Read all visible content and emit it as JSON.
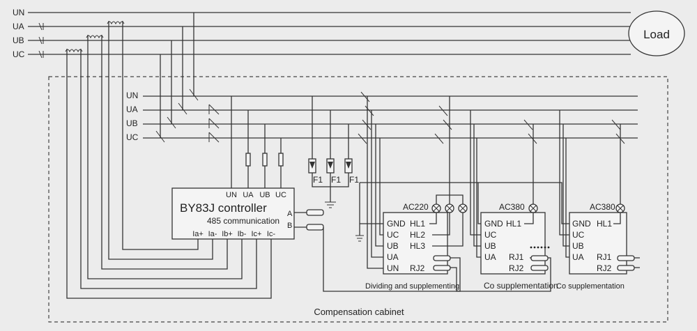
{
  "bus_lines": [
    "UN",
    "UA",
    "UB",
    "UC"
  ],
  "load_label": "Load",
  "cabinet_label": "Compensation cabinet",
  "inner_bus_lines": [
    "UN",
    "UA",
    "UB",
    "UC"
  ],
  "controller": {
    "title": "BY83J controller",
    "comm": "485 communication",
    "top_terminals": [
      "UN",
      "UA",
      "UB",
      "UC"
    ],
    "bottom_terminals": [
      "Ia+",
      "Ia-",
      "Ib+",
      "Ib-",
      "Ic+",
      "Ic-"
    ],
    "port_a": "A",
    "port_b": "B"
  },
  "fuse_label": "F1",
  "modules": [
    {
      "voltage": "AC220",
      "left_terminals": [
        "GND",
        "UC",
        "UB",
        "UA",
        "UN"
      ],
      "right_terminals": [
        "HL1",
        "HL2",
        "HL3",
        "RJ2"
      ],
      "caption": "Dividing and supplementing"
    },
    {
      "voltage": "AC380",
      "left_terminals": [
        "GND",
        "UC",
        "UB",
        "UA"
      ],
      "right_terminals": [
        "HL1",
        "RJ1",
        "RJ2"
      ],
      "caption": "Co supplementation"
    },
    {
      "voltage": "AC380",
      "left_terminals": [
        "GND",
        "UC",
        "UB",
        "UA"
      ],
      "right_terminals": [
        "HL1",
        "RJ1",
        "RJ2"
      ],
      "caption": "Co supplementation"
    }
  ]
}
